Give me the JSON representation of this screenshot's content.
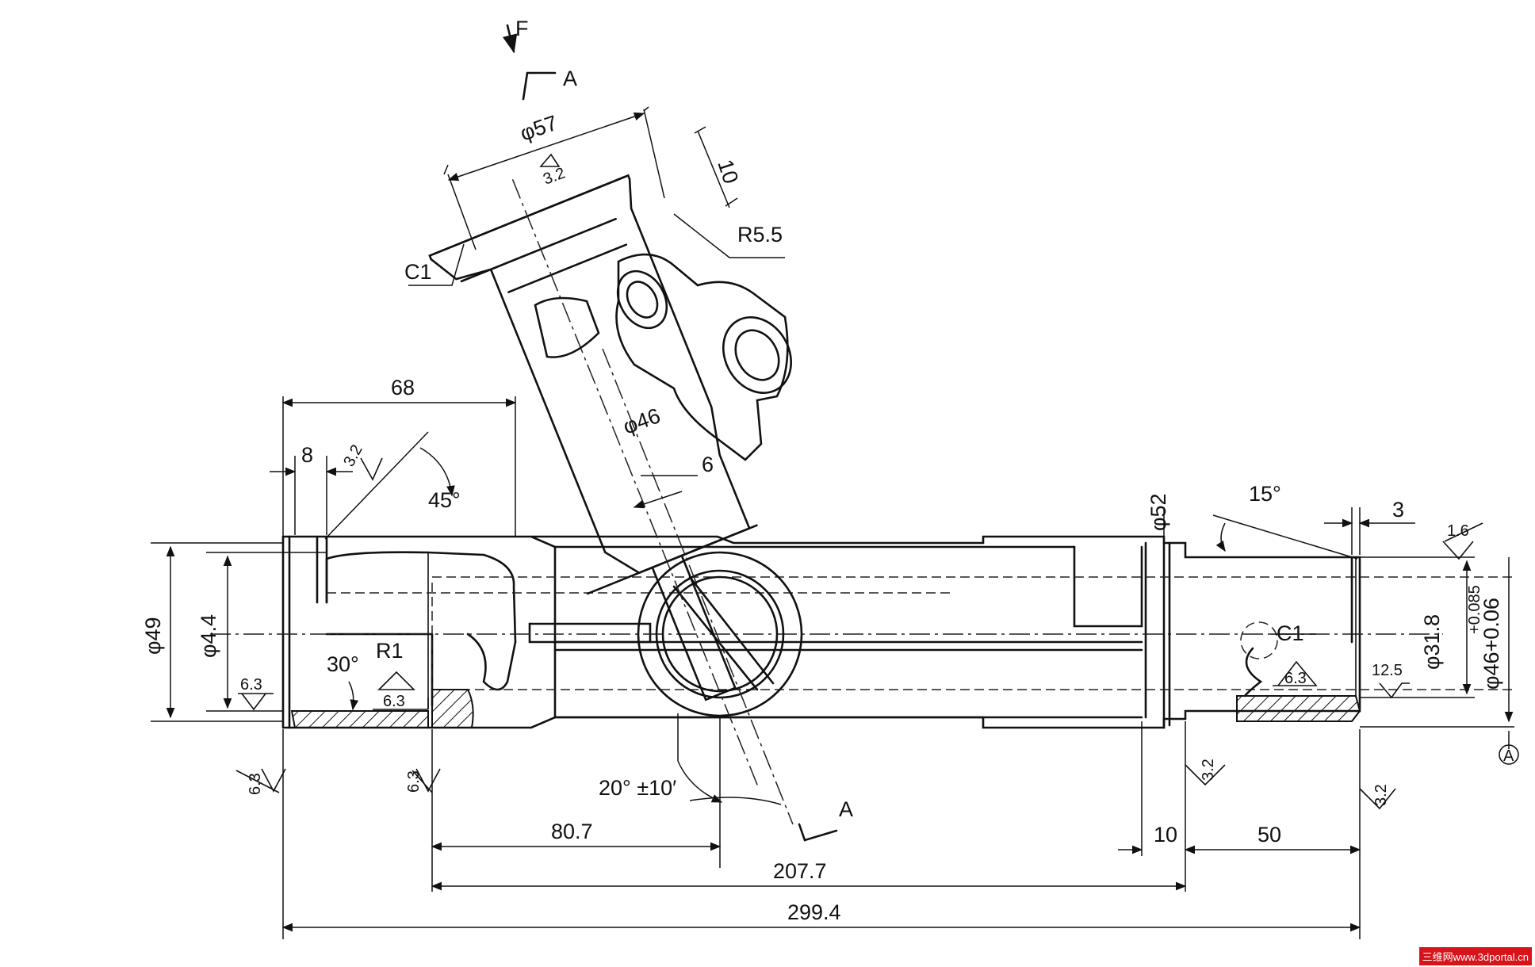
{
  "labels": {
    "view_letter_f": "F",
    "section_a_top": "A",
    "section_a_bottom": "A",
    "dia_57": "φ57",
    "dim_10_top": "10",
    "rough_3_2_top": "3.2",
    "r5_5": "R5.5",
    "c1_top": "C1",
    "dim_68": "68",
    "dim_8": "8",
    "rough_3_2_left": "3.2",
    "angle_45": "45°",
    "dia_46": "φ46",
    "dim_6": "6",
    "dia_49": "φ49",
    "dia_44": "φ4.4",
    "rough_6_3_a": "6.3",
    "angle_30": "30°",
    "r1": "R1",
    "rough_6_3_b": "6.3",
    "dia_52": "φ52",
    "angle_15": "15°",
    "dim_3": "3",
    "rough_1_6": "1.6",
    "c1_right": "C1",
    "rough_6_3_c": "6.3",
    "dia_31_8": "φ31.8",
    "dia_46_tol": "φ46+0.06",
    "tol_upper": "+0.085",
    "rough_12_5": "12.5",
    "datum_a": "A",
    "rough_6_3_d": "6.3",
    "rough_6_3_e": "6.3",
    "angle_20": "20° ±10′",
    "rough_3_2_c": "3.2",
    "rough_3_2_d": "3.2",
    "dim_80_7": "80.7",
    "dim_10_bottom": "10",
    "dim_50": "50",
    "dim_207_7": "207.7",
    "dim_299_4": "299.4"
  },
  "watermark": "三维网www.3dportal.cn"
}
